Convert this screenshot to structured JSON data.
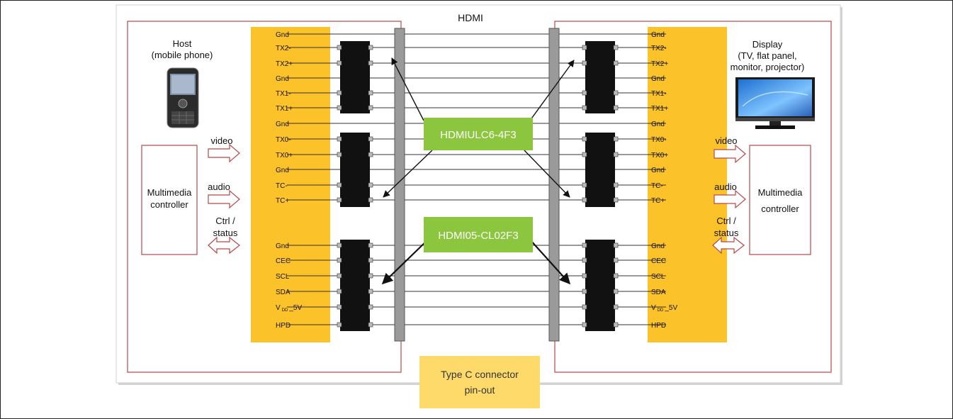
{
  "title": "HDMI",
  "host": {
    "title_line1": "Host",
    "title_line2": "(mobile phone)"
  },
  "display": {
    "title_line1": "Display",
    "title_line2": "(TV, flat panel,",
    "title_line3": "monitor, projector)"
  },
  "left_controller": {
    "line1": "Multimedia",
    "line2": "controller"
  },
  "right_controller": {
    "line1": "Multimedia",
    "line2": "controller"
  },
  "signal_labels": {
    "video": "video",
    "audio": "audio",
    "ctrl_line1": "Ctrl /",
    "ctrl_line2": "status"
  },
  "pins": [
    "Gnd",
    "TX2-",
    "TX2+",
    "Gnd",
    "TX1-",
    "TX1+",
    "Gnd",
    "TX0-",
    "TX0+",
    "Gnd",
    "TC-",
    "TC+",
    "Gnd",
    "CEC",
    "SCL",
    "SDA",
    "V DD _5V",
    "HPD"
  ],
  "vdd_label": {
    "v": "V",
    "sub": "DD",
    "suffix": "_5V"
  },
  "parts": {
    "ulc": "HDMIULC6-4F3",
    "cl": "HDMI05-CL02F3"
  },
  "connector_note": {
    "line1": "Type C connector",
    "line2": "pin-out"
  },
  "colors": {
    "pin_bar": "#FCC22A",
    "part_box": "#8CC63F",
    "note_box": "#FDDA6A",
    "frame": "#B5494A",
    "bus": "#9A9A9A"
  }
}
